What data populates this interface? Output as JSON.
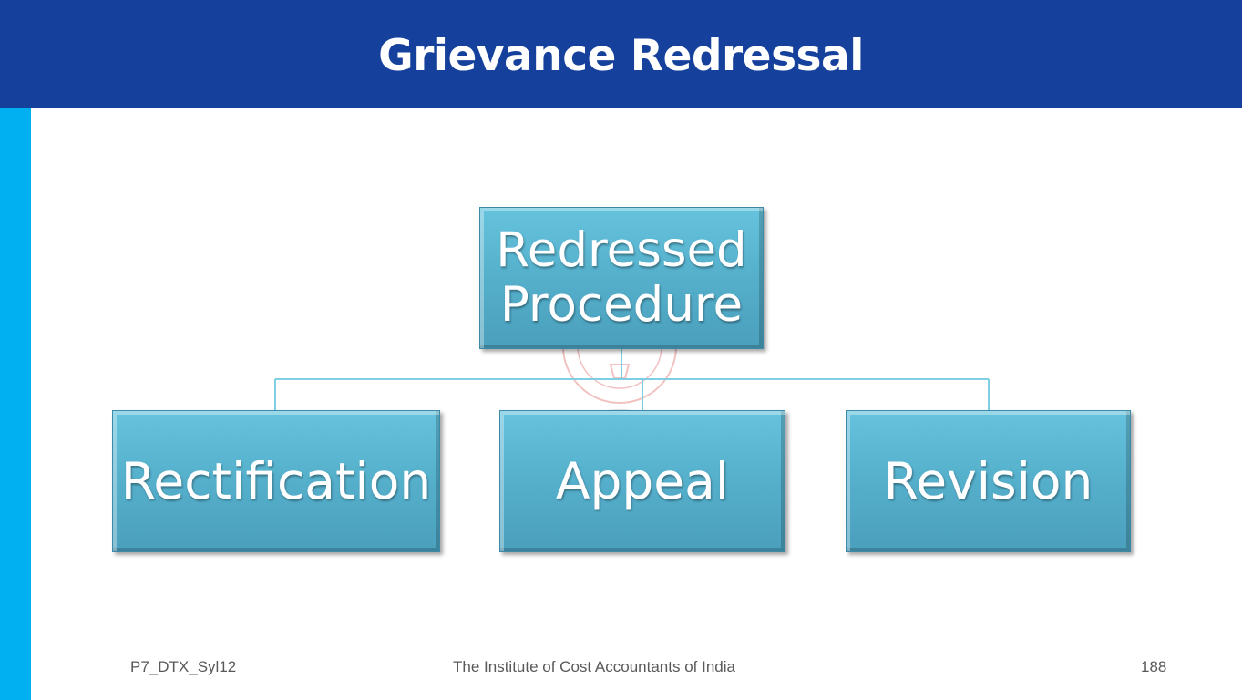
{
  "header": {
    "title": "Grievance Redressal"
  },
  "diagram": {
    "root": {
      "label": "Redressed Procedure"
    },
    "children": [
      {
        "label": "Rectification"
      },
      {
        "label": "Appeal"
      },
      {
        "label": "Revision"
      }
    ]
  },
  "footer": {
    "code": "P7_DTX_Syl12",
    "institute": "The Institute of Cost Accountants of India",
    "page_number": "188"
  },
  "colors": {
    "header_bg": "#15409b",
    "side_strip": "#00b0f0",
    "node_fill": "#56b1cd",
    "connector": "#7ecfe3"
  }
}
